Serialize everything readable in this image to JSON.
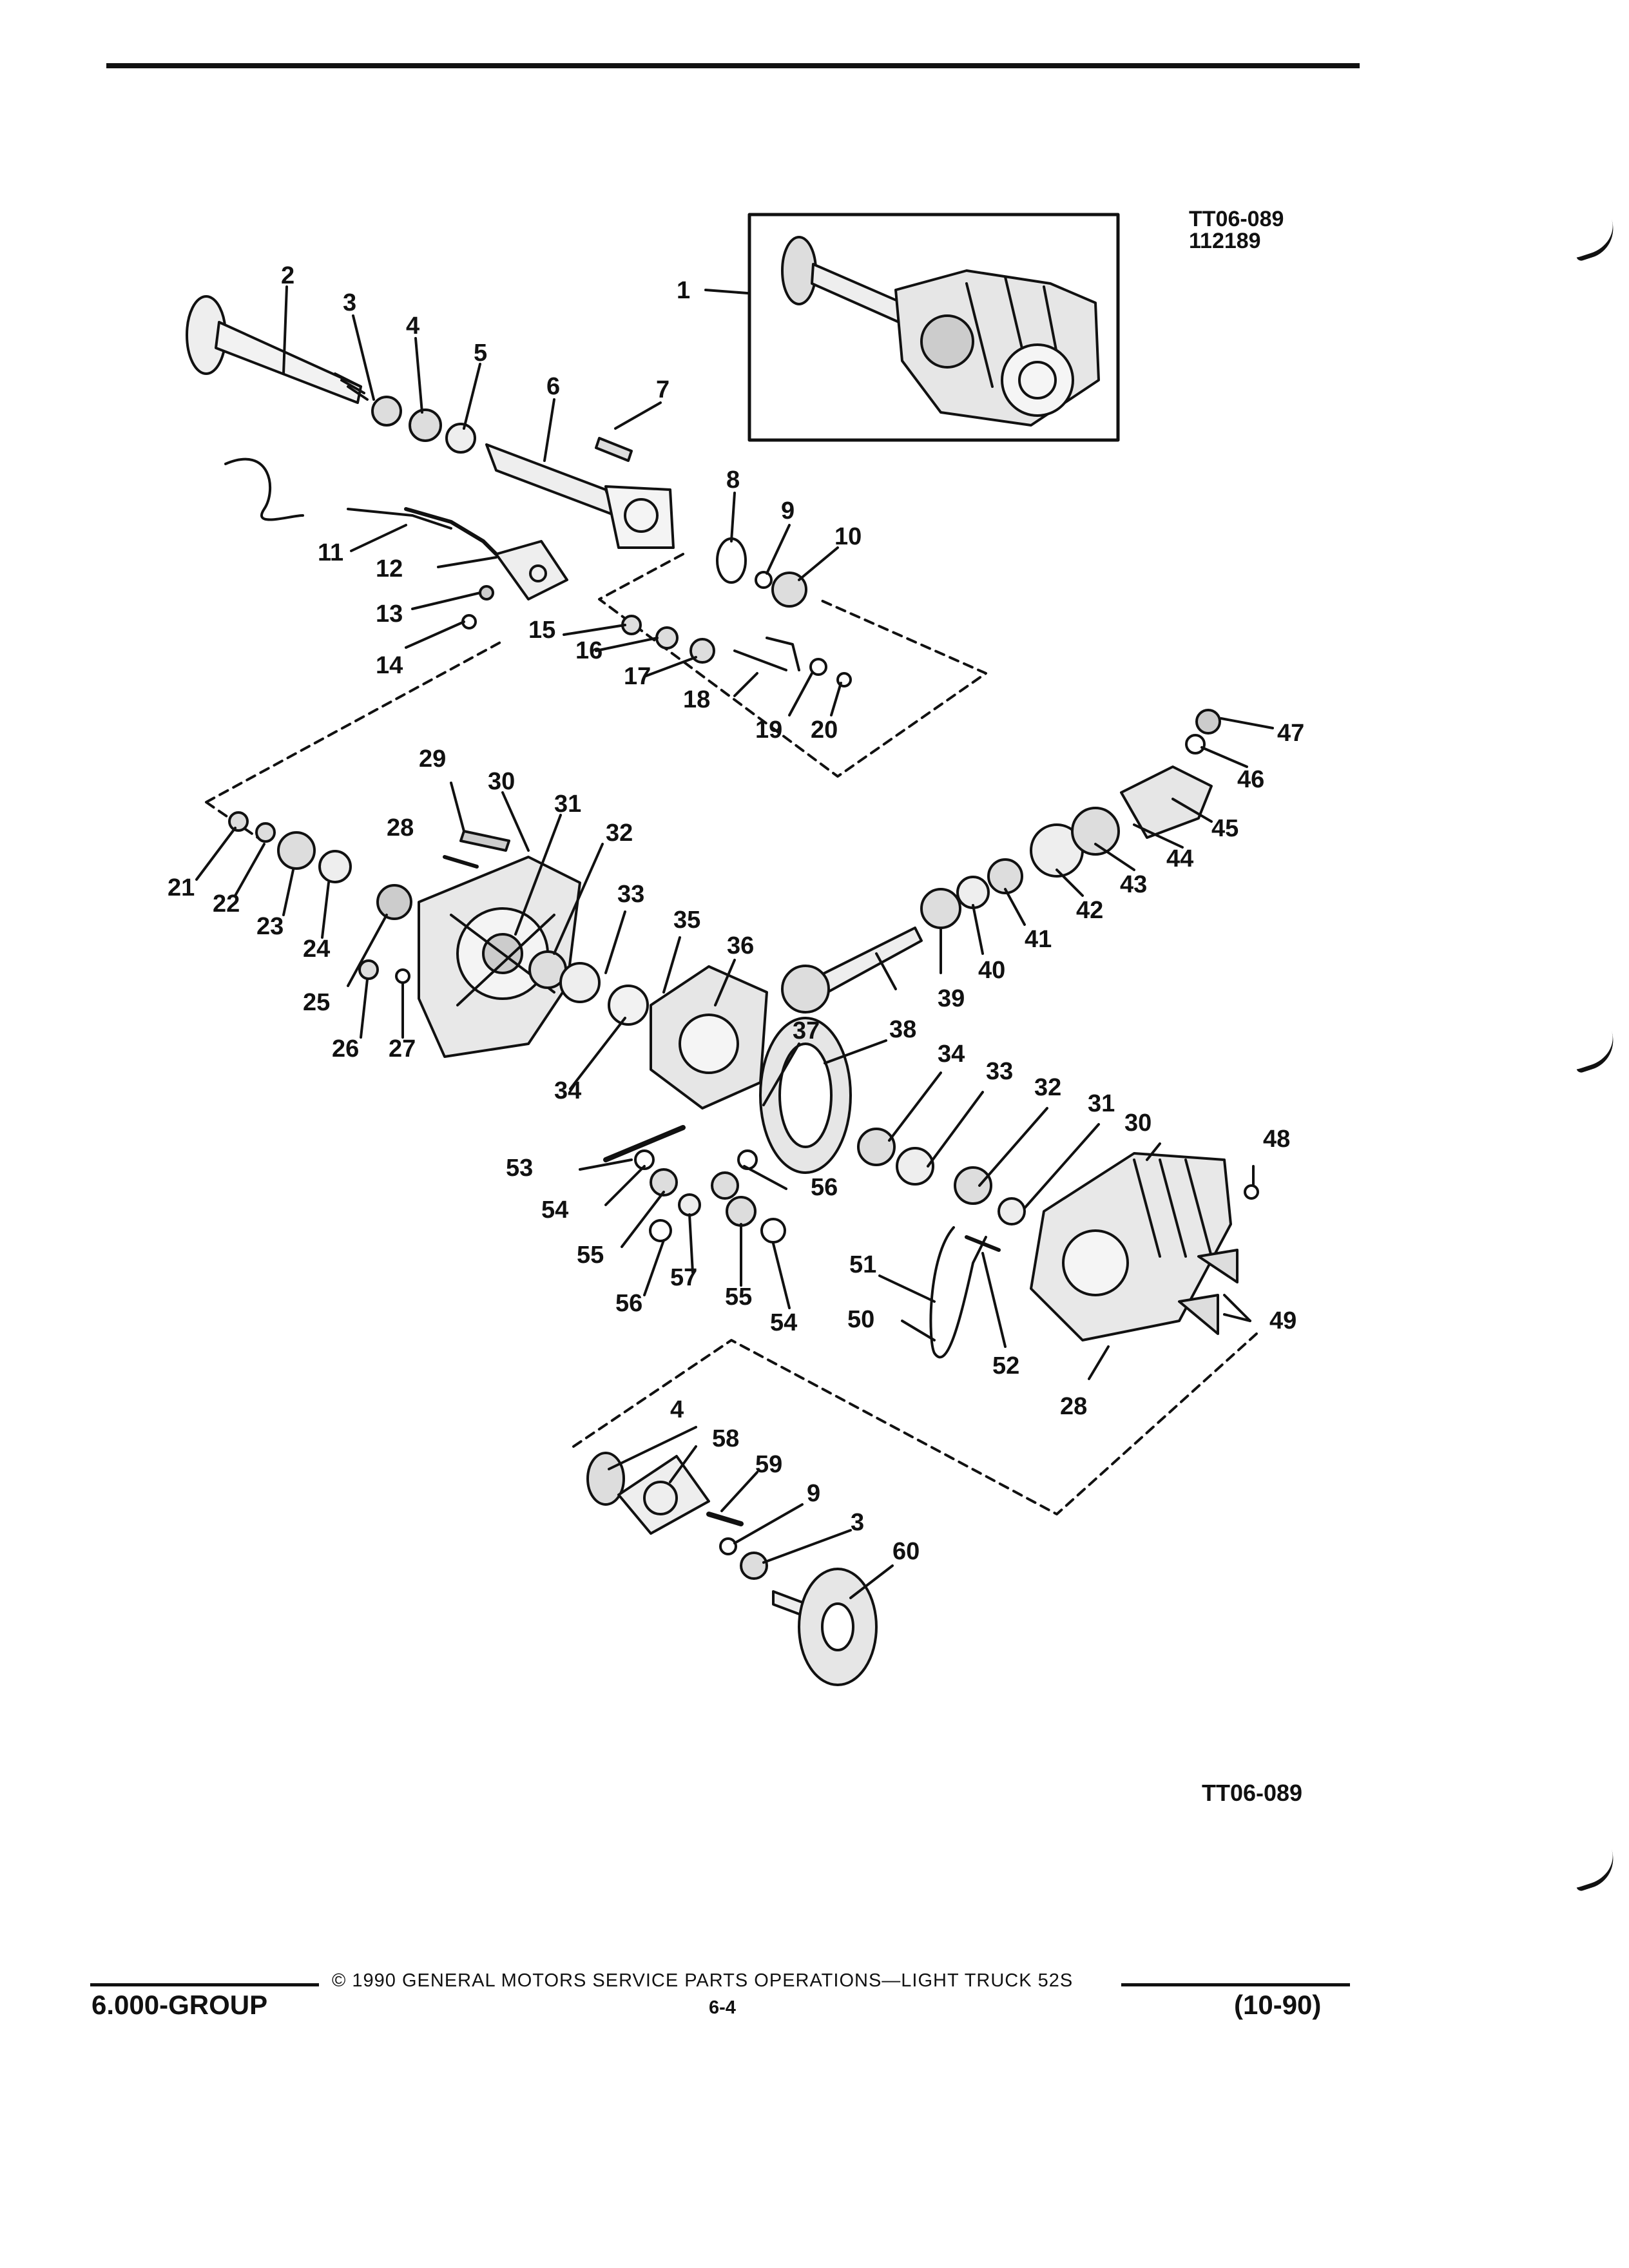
{
  "header": {
    "figure_id": "TT06-089",
    "figure_date": "112189"
  },
  "diagram": {
    "callouts": [
      "1",
      "2",
      "3",
      "4",
      "5",
      "6",
      "7",
      "8",
      "9",
      "10",
      "11",
      "12",
      "13",
      "14",
      "15",
      "16",
      "17",
      "18",
      "19",
      "20",
      "21",
      "22",
      "23",
      "24",
      "25",
      "26",
      "27",
      "28",
      "29",
      "30",
      "31",
      "32",
      "33",
      "34",
      "35",
      "36",
      "37",
      "38",
      "39",
      "40",
      "41",
      "42",
      "43",
      "44",
      "45",
      "46",
      "47",
      "48",
      "49",
      "50",
      "51",
      "52",
      "53",
      "54",
      "55",
      "56",
      "57",
      "58",
      "59",
      "60"
    ],
    "lower_right_id": "TT06-089"
  },
  "footer": {
    "copyright": "© 1990 GENERAL MOTORS SERVICE PARTS OPERATIONS—LIGHT TRUCK 52S",
    "group": "6.000-GROUP",
    "page": "6-4",
    "date": "(10-90)"
  }
}
